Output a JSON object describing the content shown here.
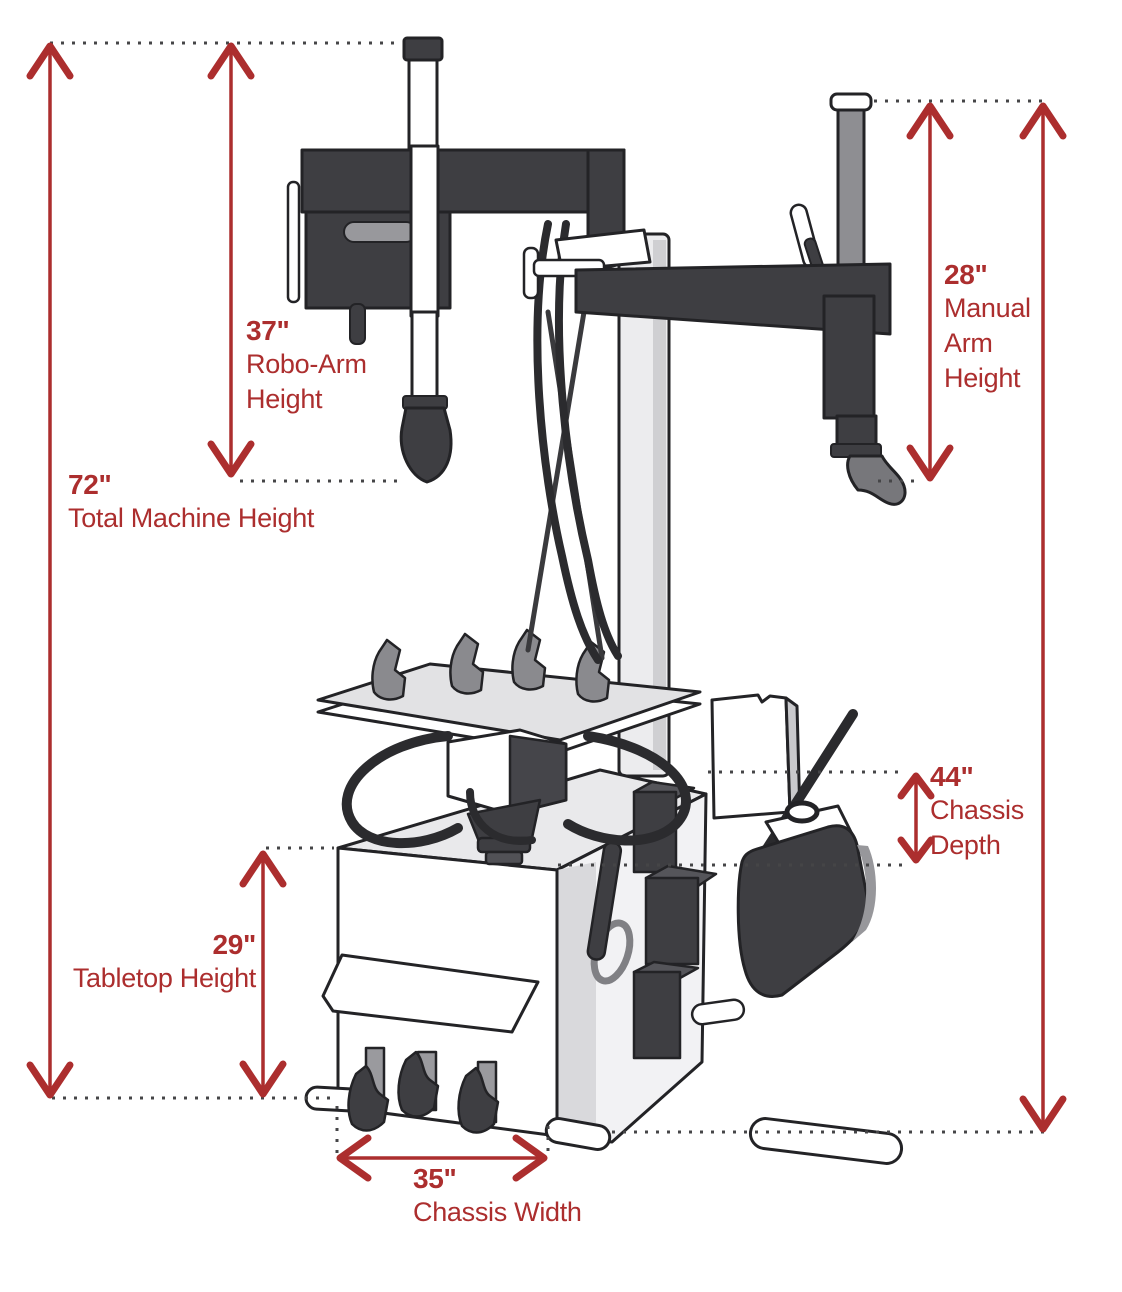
{
  "page": {
    "title": "Tire Changer Machine Dimensions Diagram"
  },
  "colors": {
    "red": "#AC2E2E",
    "dot": "#454547",
    "ink": "#232326",
    "dark": "#3E3E42",
    "mid": "#8A8A8E",
    "light": "#E9E9EB",
    "panel": "#D6D6D9",
    "tube": "#8E8E92"
  },
  "dimensions": {
    "total_height": {
      "value": "72\"",
      "lines": [
        "Total Machine Height"
      ]
    },
    "robo_arm_height": {
      "value": "37\"",
      "lines": [
        "Robo-Arm",
        "Height"
      ]
    },
    "manual_arm_height": {
      "value": "28\"",
      "lines": [
        "Manual",
        "Arm",
        "Height"
      ]
    },
    "chassis_depth": {
      "value": "44\"",
      "lines": [
        "Chassis",
        "Depth"
      ]
    },
    "tabletop_height": {
      "value": "29\"",
      "lines": [
        "Tabletop Height"
      ]
    },
    "chassis_width": {
      "value": "35\"",
      "lines": [
        "Chassis Width"
      ]
    }
  }
}
